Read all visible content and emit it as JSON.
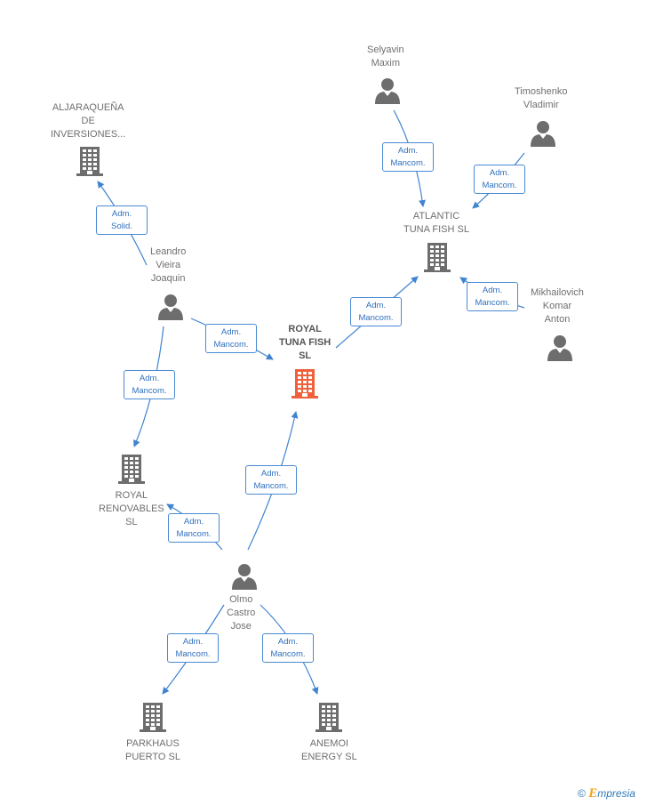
{
  "colors": {
    "edge": "#3f84d0",
    "badge_border": "#4a8ad3",
    "badge_text": "#2f6fbf",
    "node_gray": "#6d6d6d",
    "center_orange": "#f0603a",
    "label_gray": "#6f6f6f",
    "brand_orange": "#f2a31c",
    "brand_blue": "#2d7ab8"
  },
  "nodes": {
    "aljaraquena": {
      "type": "company",
      "icon": "building-icon",
      "lines": [
        "ALJARAQUEÑA",
        "DE",
        "INVERSIONES..."
      ]
    },
    "royal_tuna": {
      "type": "company-center",
      "icon": "building-icon",
      "lines": [
        "ROYAL",
        "TUNA FISH",
        "SL"
      ]
    },
    "atlantic": {
      "type": "company",
      "icon": "building-icon",
      "lines": [
        "ATLANTIC",
        "TUNA FISH  SL"
      ]
    },
    "royal_renov": {
      "type": "company",
      "icon": "building-icon",
      "lines": [
        "ROYAL",
        "RENOVABLES",
        "SL"
      ]
    },
    "parkhaus": {
      "type": "company",
      "icon": "building-icon",
      "lines": [
        "PARKHAUS",
        "PUERTO  SL"
      ]
    },
    "anemoi": {
      "type": "company",
      "icon": "building-icon",
      "lines": [
        "ANEMOI",
        "ENERGY  SL"
      ]
    },
    "selyavin": {
      "type": "person",
      "icon": "person-icon",
      "lines": [
        "Selyavin",
        "Maxim"
      ]
    },
    "timoshenko": {
      "type": "person",
      "icon": "person-icon",
      "lines": [
        "Timoshenko",
        "Vladimir"
      ]
    },
    "mikhailovich": {
      "type": "person",
      "icon": "person-icon",
      "lines": [
        "Mikhailovich",
        "Komar",
        "Anton"
      ]
    },
    "leandro": {
      "type": "person",
      "icon": "person-icon",
      "lines": [
        "Leandro",
        "Vieira",
        "Joaquin"
      ]
    },
    "olmo": {
      "type": "person",
      "icon": "person-icon",
      "lines": [
        "Olmo",
        "Castro",
        "Jose"
      ]
    }
  },
  "edges": [
    {
      "id": "leandro-aljaraquena",
      "lines": [
        "Adm.",
        "Solid."
      ]
    },
    {
      "id": "leandro-royal-tuna",
      "lines": [
        "Adm.",
        "Mancom."
      ]
    },
    {
      "id": "leandro-royal-renov",
      "lines": [
        "Adm.",
        "Mancom."
      ]
    },
    {
      "id": "selyavin-atlantic",
      "lines": [
        "Adm.",
        "Mancom."
      ]
    },
    {
      "id": "timoshenko-atlantic",
      "lines": [
        "Adm.",
        "Mancom."
      ]
    },
    {
      "id": "mikhailovich-atlantic",
      "lines": [
        "Adm.",
        "Mancom."
      ]
    },
    {
      "id": "royal-tuna-atlantic",
      "lines": [
        "Adm.",
        "Mancom."
      ]
    },
    {
      "id": "olmo-royal-tuna",
      "lines": [
        "Adm.",
        "Mancom."
      ]
    },
    {
      "id": "olmo-royal-renov",
      "lines": [
        "Adm.",
        "Mancom."
      ]
    },
    {
      "id": "olmo-parkhaus",
      "lines": [
        "Adm.",
        "Mancom."
      ]
    },
    {
      "id": "olmo-anemoi",
      "lines": [
        "Adm.",
        "Mancom."
      ]
    }
  ],
  "brand": {
    "copyright": "©",
    "e": "E",
    "rest": "mpresia"
  }
}
